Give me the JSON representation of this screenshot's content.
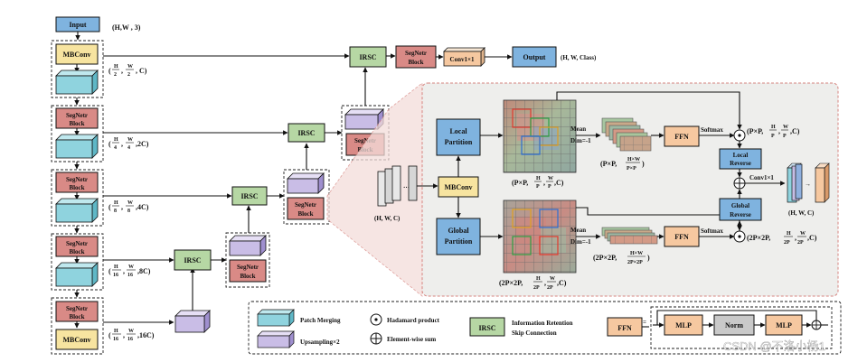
{
  "colors": {
    "input_blue": "#7fb3df",
    "mbconv_yellow": "#f7e4a0",
    "segnetr_red": "#d98a86",
    "patch_cyan": "#8fd3de",
    "upsample_purple": "#c9bde6",
    "irsc_green": "#b6d7a4",
    "ffn_orange": "#f6c8a0",
    "mlp_orange": "#f6c8a0",
    "norm_gray": "#c9c9c9",
    "detail_bg": "#eeeeec",
    "detail_border": "#d6847f"
  },
  "encoder": {
    "input": "Input",
    "input_shape": "(H,W , 3)",
    "mbconv": "MBConv",
    "segnetr_line1": "SegNetr",
    "segnetr_line2": "Block",
    "stage_shapes": [
      {
        "pre": "(",
        "num": "H",
        "den1": "2",
        "sep": ",",
        "num2": "W",
        "den2": "2",
        "post": ", C)"
      },
      {
        "pre": "(",
        "num": "H",
        "den1": "4",
        "sep": ",",
        "num2": "W",
        "den2": "4",
        "post": ",2C)"
      },
      {
        "pre": "(",
        "num": "H",
        "den1": "8",
        "sep": ",",
        "num2": "W",
        "den2": "8",
        "post": ",4C)"
      },
      {
        "pre": "(",
        "num": "H",
        "den1": "16",
        "sep": ",",
        "num2": "W",
        "den2": "16",
        "post": ",8C)"
      },
      {
        "pre": "(",
        "num": "H",
        "den1": "16",
        "sep": ",",
        "num2": "W",
        "den2": "16",
        "post": ",16C)"
      }
    ]
  },
  "decoder": {
    "irsc": "IRSC",
    "conv": "Conv1×1",
    "output": "Output",
    "output_shape": "(H, W, Class)"
  },
  "detail": {
    "input_shape": "(H, W, C)",
    "mbconv": "MBConv",
    "local_partition_1": "Local",
    "local_partition_2": "Partition",
    "global_partition_1": "Global",
    "global_partition_2": "Partition",
    "mean": "Mean",
    "dim": "Dim=-1",
    "ffn": "FFN",
    "softmax": "Softmax",
    "local_reverse_1": "Local",
    "local_reverse_2": "Reverse",
    "global_reverse_1": "Global",
    "global_reverse_2": "Reverse",
    "conv": "Conv1×1",
    "out_shape": "(H, W, C)",
    "local_grid_shape": "(P×P,",
    "local_grid_tail": ",C)",
    "local_pool_shape": "(P×P,",
    "local_pool_frac_num": "H×W",
    "local_pool_frac_den": "P×P",
    "local_pool_tail": ")",
    "local_out_shape": "(P×P,",
    "local_out_tail": ",C)",
    "global_grid_shape": "(2P×2P,",
    "global_grid_tail": ",C)",
    "global_pool_shape": "(2P×2P,",
    "global_pool_frac_num": "H×W",
    "global_pool_frac_den": "2P×2P",
    "global_pool_tail": ")",
    "global_out_shape": "(2P×2P,",
    "global_out_tail": ",C)",
    "frac_H": "H",
    "frac_W": "W",
    "frac_P": "P",
    "frac_2P": "2P"
  },
  "legend": {
    "patch_merging": "Patch Merging",
    "upsampling": "Upsampling×2",
    "hadamard": "Hadamard product",
    "elementwise": "Element-wise sum",
    "irsc": "IRSC",
    "irsc_desc_1": "Information Retention",
    "irsc_desc_2": "Skip Connection",
    "ffn": "FFN",
    "mlp1": "MLP",
    "norm": "Norm",
    "mlp2": "MLP"
  },
  "watermark": "CSDN @不洛小杨1"
}
